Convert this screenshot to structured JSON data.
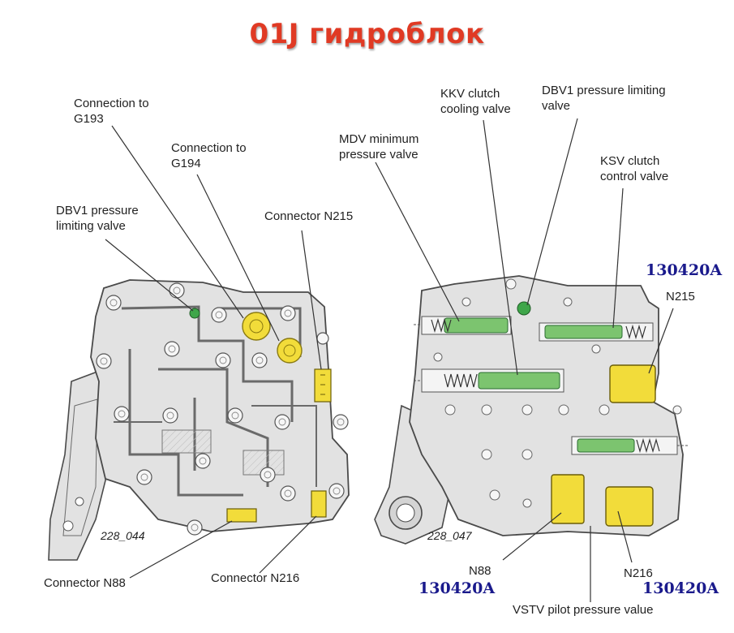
{
  "title": "01J гидроблок",
  "left": {
    "figure_id": "228_044",
    "labels": {
      "conn_g193": "Connection to\nG193",
      "conn_g194": "Connection to\nG194",
      "dbv1": "DBV1 pressure\nlimiting valve",
      "n215": "Connector N215",
      "n88": "Connector N88",
      "n216": "Connector N216"
    }
  },
  "right": {
    "figure_id": "228_047",
    "labels": {
      "kkv": "KKV clutch\ncooling valve",
      "dbv1": "DBV1 pressure limiting\nvalve",
      "mdv": "MDV minimum\npressure valve",
      "ksv": "KSV clutch\ncontrol valve",
      "n215": "N215",
      "n88": "N88",
      "n216": "N216",
      "vstv": "VSTV pilot pressure value"
    },
    "part_codes": {
      "n215": "130420A",
      "n88": "130420A",
      "n216": "130420A"
    }
  },
  "colors": {
    "title": "#e03a24",
    "part_code": "#1a1a8c",
    "solenoid_yellow": "#f2dc3a",
    "valve_green": "#3fa64a",
    "body_gray": "#e2e2e2",
    "outline": "#4a4a4a"
  }
}
